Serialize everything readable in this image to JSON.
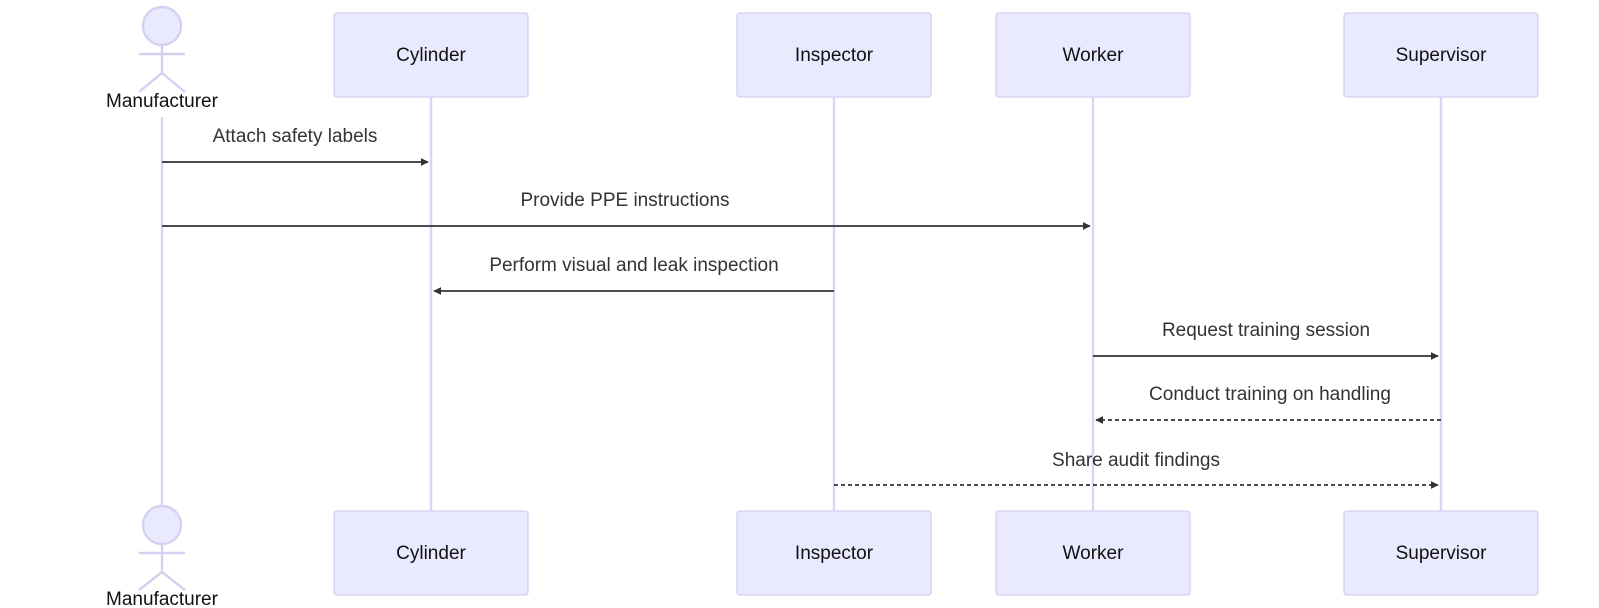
{
  "participants": [
    {
      "id": "manufacturer",
      "label": "Manufacturer",
      "kind": "person"
    },
    {
      "id": "cylinder",
      "label": "Cylinder",
      "kind": "box"
    },
    {
      "id": "inspector",
      "label": "Inspector",
      "kind": "box"
    },
    {
      "id": "worker",
      "label": "Worker",
      "kind": "box"
    },
    {
      "id": "supervisor",
      "label": "Supervisor",
      "kind": "box"
    }
  ],
  "messages": [
    {
      "from": "manufacturer",
      "to": "cylinder",
      "label": "Attach safety labels",
      "style": "solid"
    },
    {
      "from": "manufacturer",
      "to": "worker",
      "label": "Provide PPE instructions",
      "style": "solid"
    },
    {
      "from": "inspector",
      "to": "cylinder",
      "label": "Perform visual and leak inspection",
      "style": "solid"
    },
    {
      "from": "worker",
      "to": "supervisor",
      "label": "Request training session",
      "style": "solid"
    },
    {
      "from": "supervisor",
      "to": "worker",
      "label": "Conduct training on handling",
      "style": "dotted"
    },
    {
      "from": "inspector",
      "to": "supervisor",
      "label": "Share audit findings",
      "style": "dotted"
    }
  ],
  "colors": {
    "actor_fill": "#eaeaff",
    "actor_stroke": "#d7cff0",
    "lifeline": "#ddd3f3",
    "arrow": "#333333"
  }
}
